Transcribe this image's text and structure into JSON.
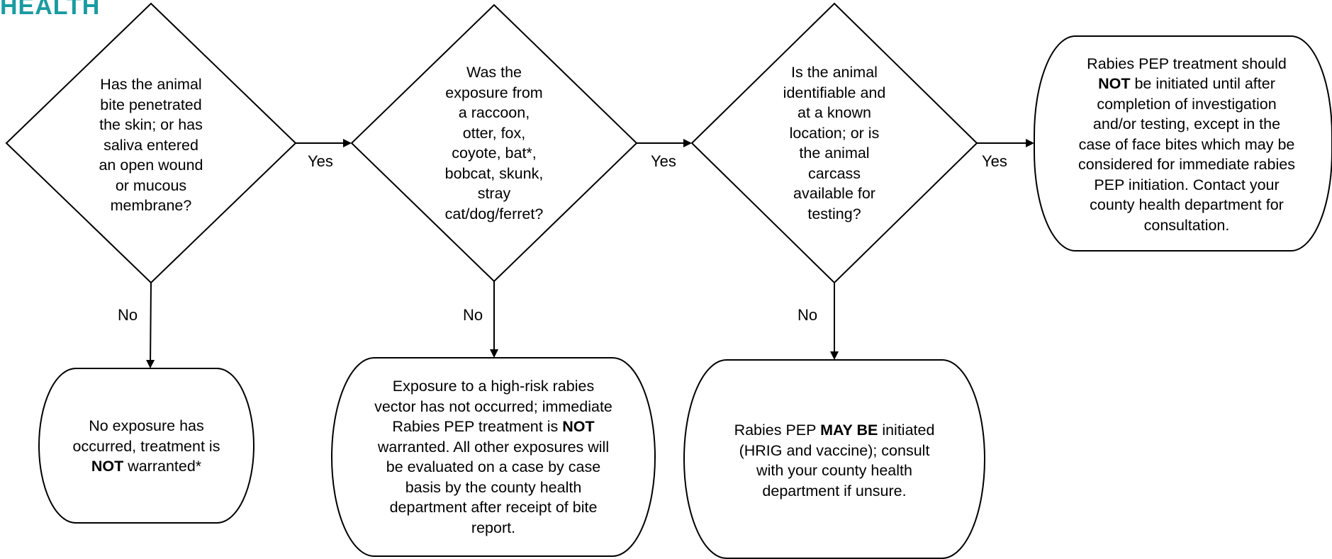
{
  "logo": {
    "text": "HEALTH",
    "color": "#1a9ba1"
  },
  "questions": [
    {
      "lines": [
        "Has the animal",
        "bite penetrated",
        "the skin; or has",
        "saliva entered",
        "an open wound",
        "or mucous",
        "membrane?"
      ]
    },
    {
      "lines": [
        "Was the",
        "exposure from",
        "a raccoon,",
        "otter, fox,",
        "coyote, bat*,",
        "bobcat, skunk,",
        "stray",
        "cat/dog/ferret?"
      ]
    },
    {
      "lines": [
        "Is the animal",
        "identifiable and",
        "at a known",
        "location; or is",
        "the animal",
        "carcass",
        "available for",
        "testing?"
      ]
    }
  ],
  "outcomes": {
    "no_exposure": {
      "line1": "No exposure has",
      "line2": "occurred, treatment is",
      "line3_bold": "NOT",
      "line3_rest": " warranted*"
    },
    "not_high_risk": {
      "line1": "Exposure to a high-risk rabies",
      "line2": "vector has not occurred; immediate",
      "line3_pre": "Rabies PEP treatment is ",
      "line3_bold": "NOT",
      "line4": "warranted. All other exposures will",
      "line5": "be evaluated on a case by case",
      "line6": "basis by the county health",
      "line7": "department after receipt of bite",
      "line8": "report."
    },
    "may_initiate": {
      "line1_pre": "Rabies PEP ",
      "line1_bold": "MAY BE",
      "line1_post": " initiated",
      "line2": "(HRIG and vaccine); consult",
      "line3": "with your county health",
      "line4": "department if unsure."
    },
    "should_not_initiate": {
      "line1": "Rabies PEP treatment should",
      "line2_bold": "NOT",
      "line2_post": " be initiated until after",
      "line3": "completion of investigation",
      "line4": "and/or testing, except in the",
      "line5": "case of face bites which may be",
      "line6": "considered for immediate rabies",
      "line7": "PEP initiation. Contact your",
      "line8": "county health department for",
      "line9": "consultation."
    }
  },
  "edge_labels": {
    "yes1": "Yes",
    "yes2": "Yes",
    "yes3": "Yes",
    "no1": "No",
    "no2": "No",
    "no3": "No"
  }
}
